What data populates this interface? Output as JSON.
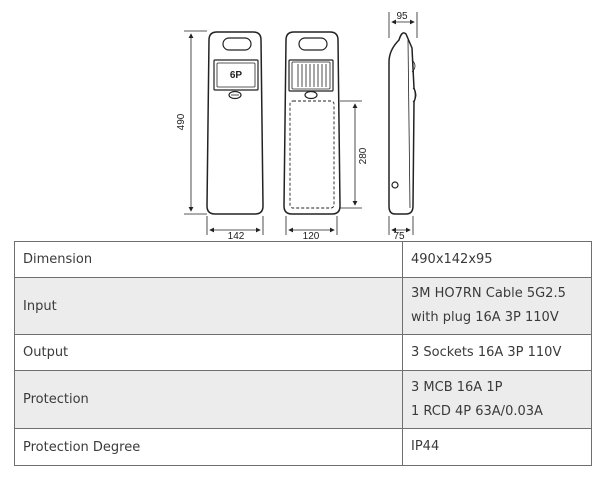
{
  "drawing": {
    "dims": {
      "height_main": "490",
      "width_front": "142",
      "width_back": "120",
      "height_inner": "280",
      "depth_top": "95",
      "depth_bottom": "75"
    },
    "panel_label": "6P"
  },
  "specs": [
    {
      "label": "Dimension",
      "lines": [
        "490x142x95"
      ]
    },
    {
      "label": "Input",
      "lines": [
        "3M HO7RN Cable 5G2.5",
        "with plug 16A 3P 110V"
      ]
    },
    {
      "label": "Output",
      "lines": [
        "3 Sockets 16A 3P 110V"
      ]
    },
    {
      "label": "Protection",
      "lines": [
        "3 MCB 16A 1P",
        "1 RCD 4P 63A/0.03A"
      ]
    },
    {
      "label": "Protection Degree",
      "lines": [
        "IP44"
      ]
    }
  ]
}
